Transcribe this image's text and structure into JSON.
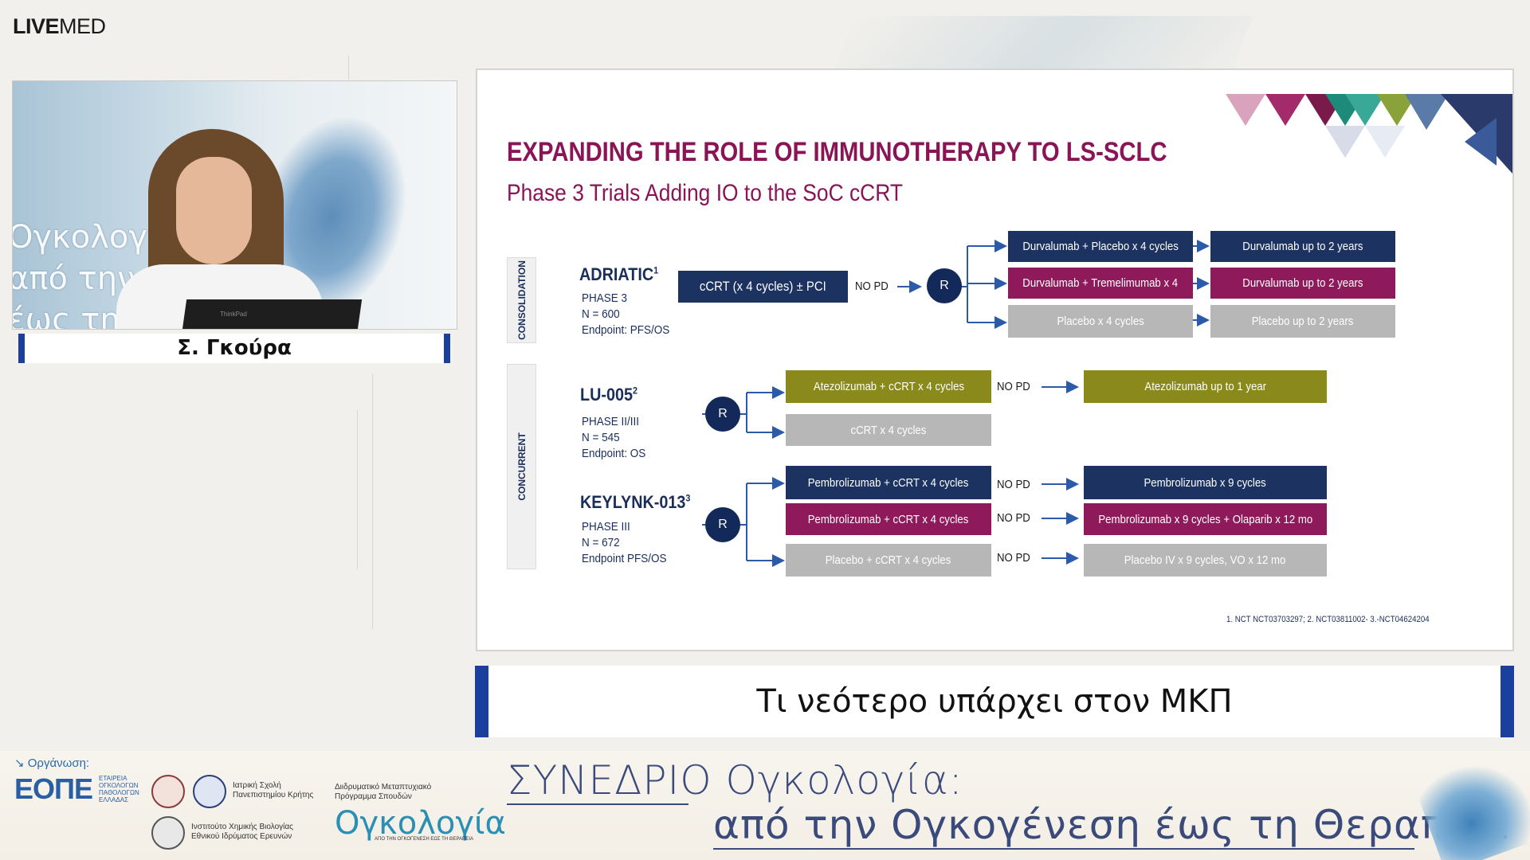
{
  "logo": {
    "bold": "LIVE",
    "light": "MED"
  },
  "speaker": {
    "name": "Σ. Γκούρα",
    "wall_text": [
      "Ογκολογί",
      "από την",
      "έως τη"
    ],
    "laptop_brand": "ThinkPad"
  },
  "slide": {
    "title": "EXPANDING THE ROLE OF IMMUNOTHERAPY TO LS-SCLC",
    "subtitle": "Phase 3 Trials Adding IO to the SoC cCRT",
    "tabs": {
      "consolidation": "CONSOLIDATION",
      "concurrent": "CONCURRENT"
    },
    "trials": {
      "adriatic": {
        "name": "ADRIATIC",
        "ref": "1",
        "phase": "PHASE 3",
        "n": "N = 600",
        "endpoint": "Endpoint: PFS/OS"
      },
      "lu005": {
        "name": "LU-005",
        "ref": "2",
        "phase": "PHASE II/III",
        "n": "N = 545",
        "endpoint": "Endpoint: OS"
      },
      "keylynk": {
        "name": "KEYLYNK-013",
        "ref": "3",
        "phase": "PHASE III",
        "n": "N = 672",
        "endpoint": "Endpoint PFS/OS"
      }
    },
    "boxes": {
      "ccrt_pci": "cCRT (x 4 cycles) ± PCI",
      "durva_placebo": "Durvalumab + Placebo x 4 cycles",
      "durva_treme": "Durvalumab + Tremelimumab x 4",
      "placebo_4": "Placebo x 4 cycles",
      "durva_2y_a": "Durvalumab up to 2 years",
      "durva_2y_b": "Durvalumab up to 2 years",
      "placebo_2y": "Placebo up to 2 years",
      "atezo_ccrt": "Atezolizumab + cCRT x 4 cycles",
      "ccrt_4": "cCRT x 4 cycles",
      "atezo_1y": "Atezolizumab up to 1 year",
      "pembro_ccrt_a": "Pembrolizumab + cCRT x 4 cycles",
      "pembro_ccrt_b": "Pembrolizumab + cCRT x 4 cycles",
      "placebo_ccrt": "Placebo  + cCRT x 4 cycles",
      "pembro_9": "Pembrolizumab x 9 cycles",
      "pembro_olap": "Pembrolizumab x 9 cycles + Olaparib x 12 mo",
      "placebo_iv": "Placebo IV x 9 cycles, VO x 12 mo"
    },
    "no_pd": "NO PD",
    "randomize": "R",
    "footnote": "1. NCT NCT03703297; 2. NCT03811002- 3.-NCT04624204",
    "colors": {
      "navy": "#1c3260",
      "magenta": "#8e1a5b",
      "grey": "#b7b7b7",
      "olive": "#8a8a1c",
      "title": "#8a1456"
    }
  },
  "talk_title": "Τι νεότερο υπάρχει στον ΜΚΠ",
  "footer": {
    "org_label": "Οργάνωση:",
    "eope": "ΕΟΠΕ",
    "eope_sub": "ΕΤΑΙΡΕΙΑ ΟΓΚΟΛΟΓΩΝ ΠΑΘΟΛΟΓΩΝ ΕΛΛΑΔΑΣ",
    "iatriki": "Ιατρική Σχολή Πανεπιστημίου Κρήτης",
    "diatmimatiko": "Διιδρυματικό Μεταπτυχιακό Πρόγραμμα Σπουδών",
    "institute": "Ινστιτούτο Χημικής Βιολογίας Εθνικού Ιδρύματος Ερευνών",
    "onkologia": "Ογκολογία",
    "onkologia_sub": "ΑΠΟ ΤΗΝ ΟΓΚΟΓΕΝΕΣΗ ΕΩΣ ΤΗ ΘΕΡΑΠΕΙΑ",
    "conference_line1": "ΣΥΝΕΔΡΙΟ Ογκολογία:",
    "conference_line2": "από την Ογκογένεση έως τη Θεραπεία"
  }
}
